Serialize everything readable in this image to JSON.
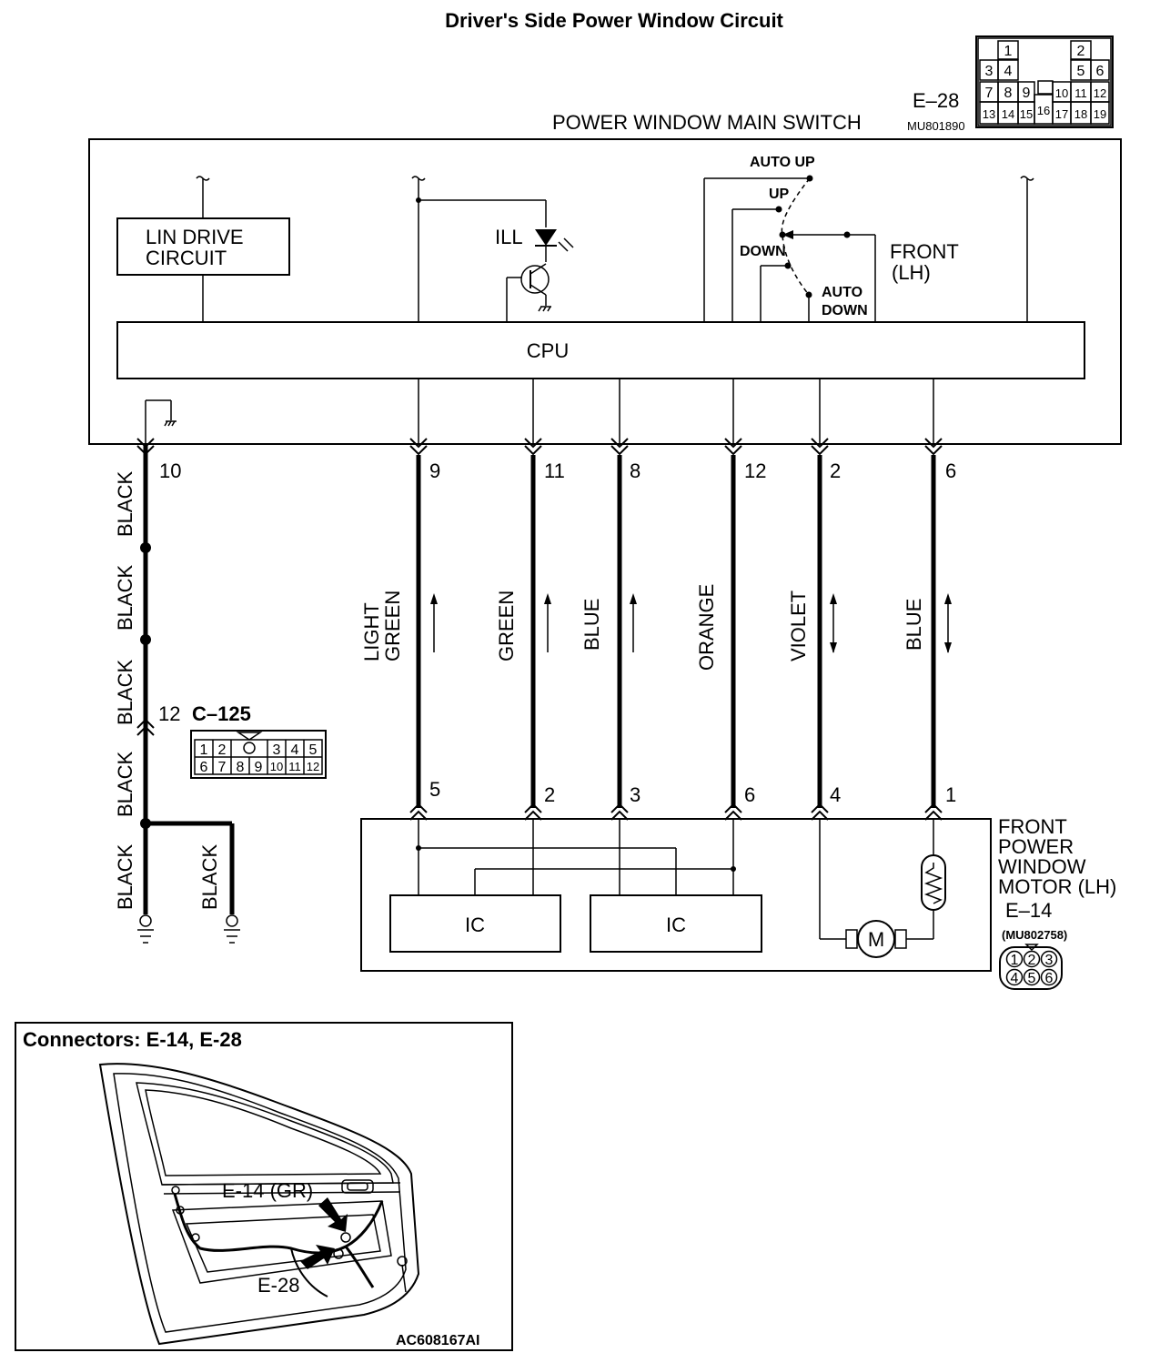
{
  "title": "Driver's Side Power Window Circuit",
  "switch": {
    "connector_id": "E–28",
    "name": "POWER WINDOW MAIN SWITCH",
    "part_no": "MU801890",
    "connector_grid": {
      "row1": [
        "1",
        "2"
      ],
      "row2": [
        "3",
        "4",
        "5",
        "6"
      ],
      "row3": [
        "7",
        "8",
        "9",
        "10",
        "11",
        "12"
      ],
      "row4": [
        "13",
        "14",
        "15",
        "16",
        "17",
        "18",
        "19"
      ]
    },
    "lin_label_1": "LIN DRIVE",
    "lin_label_2": "CIRCUIT",
    "cpu_label": "CPU",
    "ill_label": "ILL",
    "sw_auto_up": "AUTO UP",
    "sw_up": "UP",
    "sw_down": "DOWN",
    "sw_auto": "AUTO",
    "sw_auto_down": "DOWN",
    "front_lh_1": "FRONT",
    "front_lh_2": "(LH)"
  },
  "switch_pins": [
    "10",
    "9",
    "11",
    "8",
    "12",
    "2",
    "6"
  ],
  "motor_pins": [
    "5",
    "2",
    "3",
    "6",
    "4",
    "1"
  ],
  "wire_colors": {
    "light_green_1": "LIGHT",
    "light_green_2": "GREEN",
    "green": "GREEN",
    "blue_1": "BLUE",
    "orange": "ORANGE",
    "violet": "VIOLET",
    "blue_2": "BLUE",
    "black": "BLACK"
  },
  "junction": {
    "pin": "12",
    "connector_id": "C–125",
    "grid_top": [
      "1",
      "2",
      "3",
      "4",
      "5"
    ],
    "grid_bottom": [
      "6",
      "7",
      "8",
      "9",
      "10",
      "11",
      "12"
    ]
  },
  "motor": {
    "name_1": "FRONT",
    "name_2": "POWER",
    "name_3": "WINDOW",
    "name_4": "MOTOR (LH)",
    "connector_id": "E–14",
    "part_no": "(MU802758)",
    "pins_top": [
      "1",
      "2",
      "3"
    ],
    "pins_bottom": [
      "4",
      "5",
      "6"
    ],
    "ic_label": "IC",
    "motor_symbol": "M"
  },
  "location": {
    "title": "Connectors: E-14, E-28",
    "label_e14": "E-14 (GR)",
    "label_e28": "E-28",
    "figure_code": "AC608167AI"
  }
}
